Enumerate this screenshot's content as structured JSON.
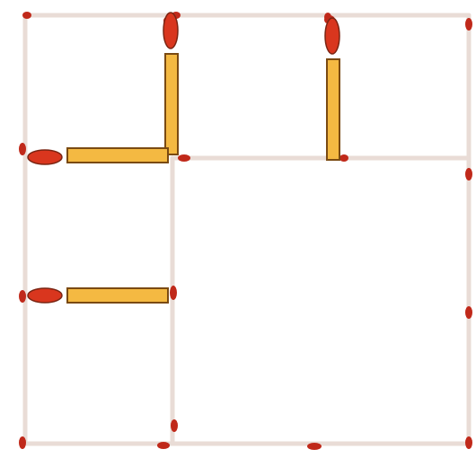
{
  "puzzle": {
    "type": "matchstick-grid",
    "colors": {
      "background": "#ffffff",
      "placed_match_stick": "#f4b942",
      "match_outline": "#7a4a12",
      "match_head": "#d9361e",
      "match_head_outline": "#7a2412",
      "ghost_stick": "#e9dcd6",
      "ghost_head": "#c0291a"
    },
    "placed_matches": [
      {
        "id": "top-left-vertical",
        "orientation": "vertical"
      },
      {
        "id": "top-middle-vertical",
        "orientation": "vertical"
      },
      {
        "id": "left-upper-horizontal",
        "orientation": "horizontal"
      },
      {
        "id": "left-lower-horizontal",
        "orientation": "horizontal"
      }
    ],
    "outline_match_count": 16
  }
}
